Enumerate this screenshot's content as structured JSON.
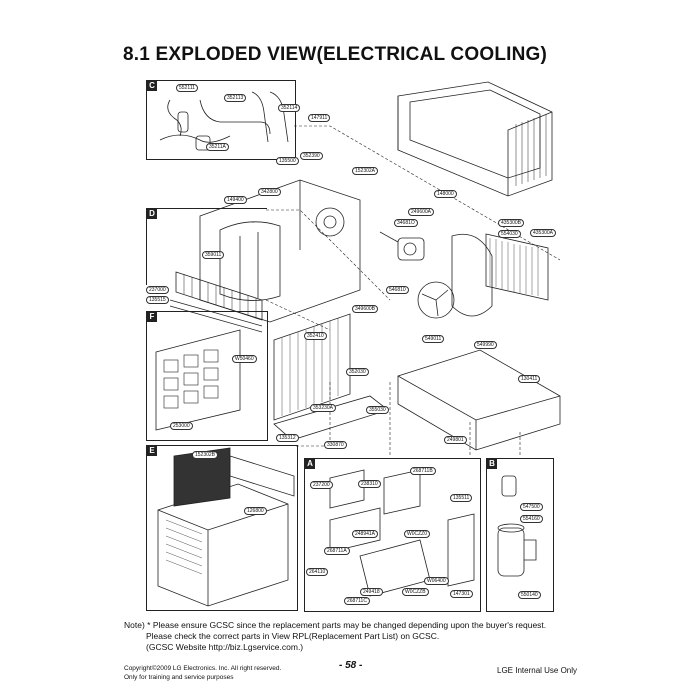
{
  "page": {
    "title": "8.1 EXPLODED VIEW(ELECTRICAL COOLING)",
    "page_number": "- 58 -",
    "copyright": "Copyright©2009 LG Electronics. Inc. All right reserved.",
    "training": "Only for training and service purposes",
    "internal": "LGE Internal Use Only"
  },
  "notes": {
    "line1": "Note) * Please ensure GCSC since the replacement parts may be changed depending upon the buyer's request.",
    "line2": "Please check  the correct parts in View RPL(Replacement Part List) on GCSC.",
    "line3": "(GCSC Website  http://biz.Lgservice.com.)"
  },
  "sections": {
    "c": "C",
    "d": "D",
    "f": "F",
    "e": "E",
    "a": "A",
    "b": "B"
  },
  "parts": {
    "p552111": "552111",
    "p352113": "352113",
    "p352114": "352114",
    "p147911": "147911",
    "p35211a": "35211A",
    "p135500": "135500",
    "p352390": "352390",
    "p152302a": "152302A",
    "p342800": "342800",
    "p149400": "149400",
    "p148000": "148000",
    "p249600a": "249600A",
    "p34681o": "34681O",
    "p435300b": "435300B",
    "p554030": "554030",
    "p435300a": "435300A",
    "p359011": "359011",
    "p237000": "237000",
    "p135515": "135515",
    "p546810": "546810",
    "p349600b": "349600B",
    "p352410": "352410",
    "p549011": "549011",
    "p549990": "549990",
    "p130411": "130411",
    "pw50460": "W50460",
    "p352030": "352030",
    "p355030": "355030",
    "p353230a": "353230A",
    "p253000": "253000",
    "p135312": "135312",
    "p330870": "330870",
    "p249801": "249801",
    "p152302b": "152302B",
    "p268711b": "268711B",
    "p237200": "237200",
    "p238310": "238310",
    "p135511": "135511",
    "p126800": "126800",
    "p248941a": "248941A",
    "pw0czz0": "W0CZZ0",
    "p547500": "547500",
    "p554160": "554160",
    "p268711a": "268711A",
    "p264110": "264110",
    "p249418": "249418",
    "pw06400": "W06400",
    "p147301": "147301",
    "p268711c": "268711C",
    "pw0czzb": "W0CZZB",
    "p550140": "550140"
  }
}
